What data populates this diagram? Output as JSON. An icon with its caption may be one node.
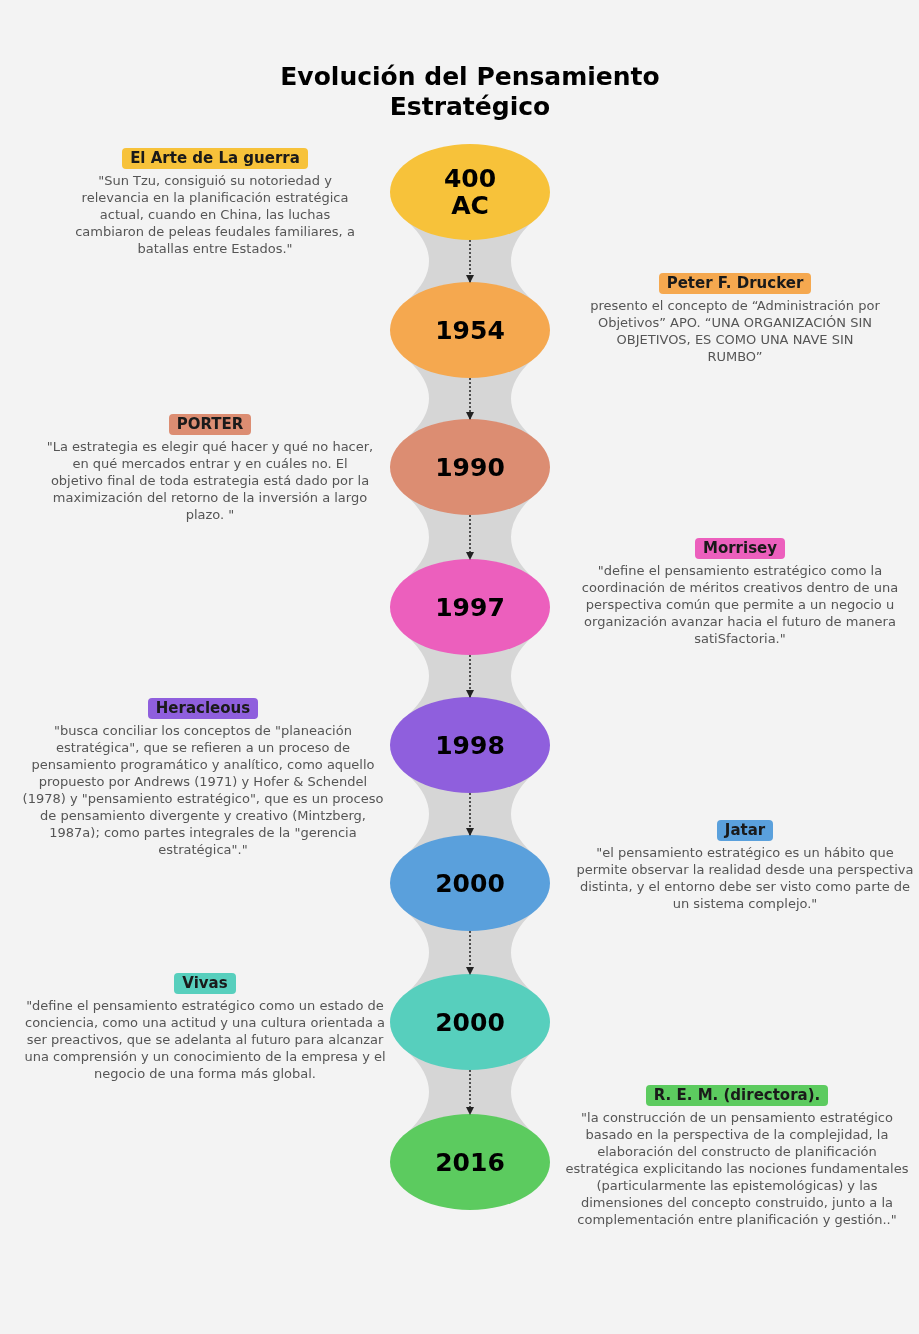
{
  "diagram": {
    "title": "Evolución del Pensamiento Estratégico",
    "nodes": [
      {
        "text": [
          "400 AC"
        ]
      },
      {
        "text": [
          "El Arte de La guerra"
        ],
        "beside": [
          "\"Sun Tzu, consiguió su notoriedad y relevancia en la planificación estratégica actual, cuando en China, las luchas cambiaron de peleas feudales familiares, a batallas entre Estados.\""
        ]
      },
      {
        "text": [
          "1954"
        ]
      },
      {
        "text": [
          "Peter F. Drucker"
        ],
        "beside": [
          "presento el concepto de “Administración por Objetivos” APO. “UNA ORGANIZACIÓN SIN OBJETIVOS, ES COMO UNA NAVE SIN RUMBO”"
        ]
      },
      {
        "text": [
          "1990"
        ]
      },
      {
        "text": [
          "PORTER"
        ],
        "beside": [
          "\"La estrategia es elegir qué hacer y qué no hacer, en qué mercados entrar y en cuáles no. El objetivo final de toda estrategia está dado por la maximización del retorno de la inversión a largo plazo. \""
        ]
      },
      {
        "text": [
          "1997"
        ]
      },
      {
        "text": [
          "Morrisey"
        ],
        "beside": [
          "\"define el pensamiento estratégico como la coordinación de méritos creativos dentro de una perspectiva común que permite a un negocio u organización avanzar hacia el futuro de manera satiSfactoria.\""
        ]
      },
      {
        "text": [
          "1998"
        ]
      },
      {
        "text": [
          "Heracleous"
        ],
        "beside": [
          "\"busca conciliar los conceptos de \"planeación estratégica\", que se refieren a un proceso de pensamiento programático y analítico, como aquello propuesto por Andrews (1971) y Hofer & Schendel (1978) y \"pensamiento estratégico\", que es un proceso de pensamiento divergente y creativo (Mintzberg, 1987a); como partes integrales de la \"gerencia estratégica\".\""
        ]
      },
      {
        "text": [
          "2000"
        ]
      },
      {
        "text": [
          "Jatar"
        ],
        "beside": [
          "\"el pensamiento estratégico es un hábito que permite observar la realidad desde una perspectiva distinta, y el entorno debe ser visto como parte de un sistema complejo.\""
        ]
      },
      {
        "text": [
          "2000"
        ]
      },
      {
        "text": [
          "Vivas"
        ],
        "beside": [
          "\"define el pensamiento estratégico como un estado de conciencia, como una actitud y una cultura orientada a ser preactivos, que se adelanta al futuro para alcanzar una comprensión y un conocimiento de la empresa y el negocio de una forma más global."
        ]
      },
      {
        "text": [
          "2016"
        ]
      },
      {
        "text": [
          "R. E. M. (directora)."
        ],
        "beside": [
          "\"la construcción de un pensamiento estratégico basado en la perspectiva de la complejidad, la elaboración del constructo de planificación estratégica explicitando las nociones fundamentales (particularmente las epistemológicas) y las dimensiones del concepto construido, junto a la complementación entre planificación y gestión..\""
        ]
      }
    ],
    "edges": [
      {
        "from": 0,
        "to": 2,
        "arrow": "to"
      },
      {
        "from": 2,
        "to": 4,
        "arrow": "to"
      },
      {
        "from": 4,
        "to": 6,
        "arrow": "to"
      },
      {
        "from": 6,
        "to": 8,
        "arrow": "to"
      },
      {
        "from": 8,
        "to": 10,
        "arrow": "to"
      },
      {
        "from": 10,
        "to": 12,
        "arrow": "to"
      },
      {
        "from": 12,
        "to": 14,
        "arrow": "to"
      }
    ]
  }
}
